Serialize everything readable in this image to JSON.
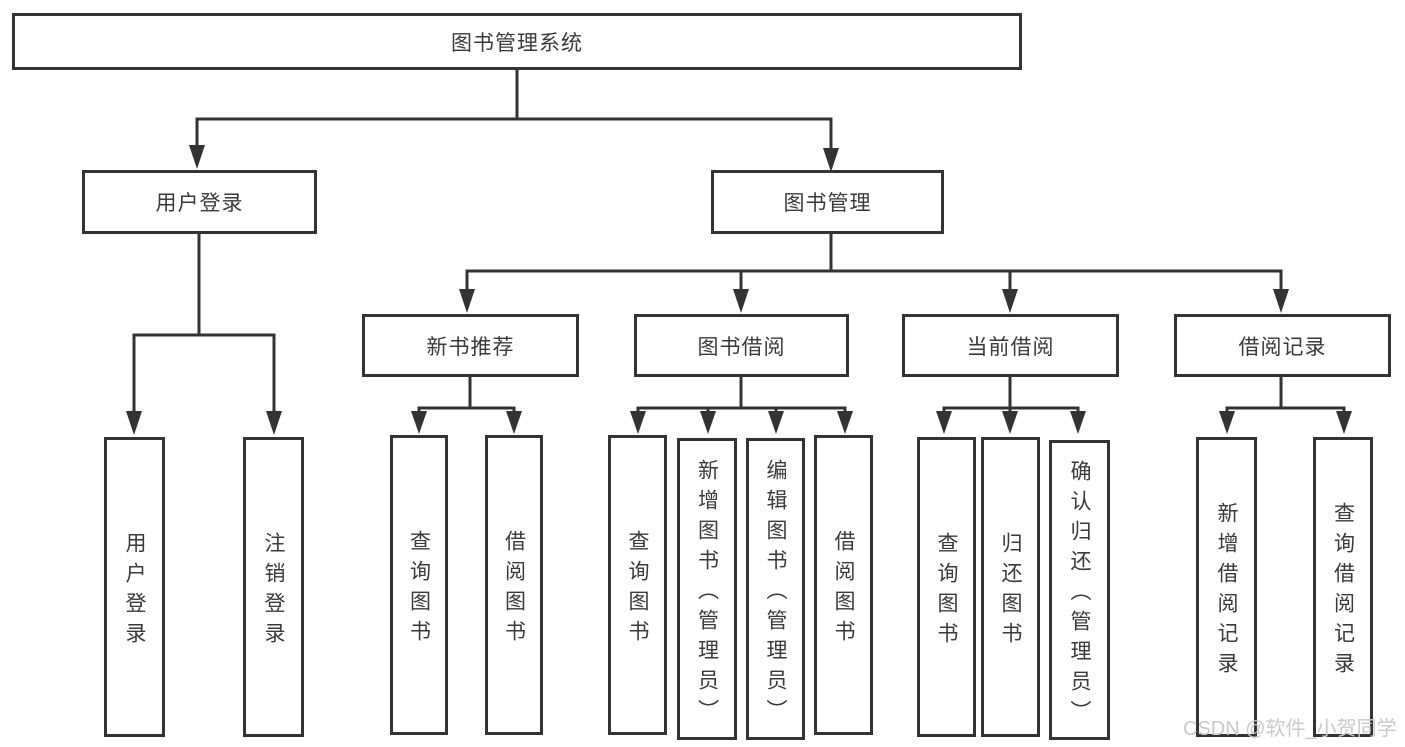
{
  "colors": {
    "line": "#333333",
    "text": "#3a3a3a",
    "background": "#ffffff",
    "watermark": "#c9c9c9"
  },
  "watermark": {
    "text": "CSDN @软件_小贺同学"
  },
  "diagram": {
    "root": {
      "label": "图书管理系统"
    },
    "branches": [
      {
        "label": "用户登录",
        "children": [
          {
            "label": "用户登录"
          },
          {
            "label": "注销登录"
          }
        ]
      },
      {
        "label": "图书管理",
        "children": [
          {
            "label": "新书推荐",
            "children": [
              {
                "label": "查询图书"
              },
              {
                "label": "借阅图书"
              }
            ]
          },
          {
            "label": "图书借阅",
            "children": [
              {
                "label": "查询图书"
              },
              {
                "label": "新增图书（管理员）"
              },
              {
                "label": "编辑图书（管理员）"
              },
              {
                "label": "借阅图书"
              }
            ]
          },
          {
            "label": "当前借阅",
            "children": [
              {
                "label": "查询图书"
              },
              {
                "label": "归还图书"
              },
              {
                "label": "确认归还（管理员）"
              }
            ]
          },
          {
            "label": "借阅记录",
            "children": [
              {
                "label": "新增借阅记录"
              },
              {
                "label": "查询借阅记录"
              }
            ]
          }
        ]
      }
    ]
  }
}
